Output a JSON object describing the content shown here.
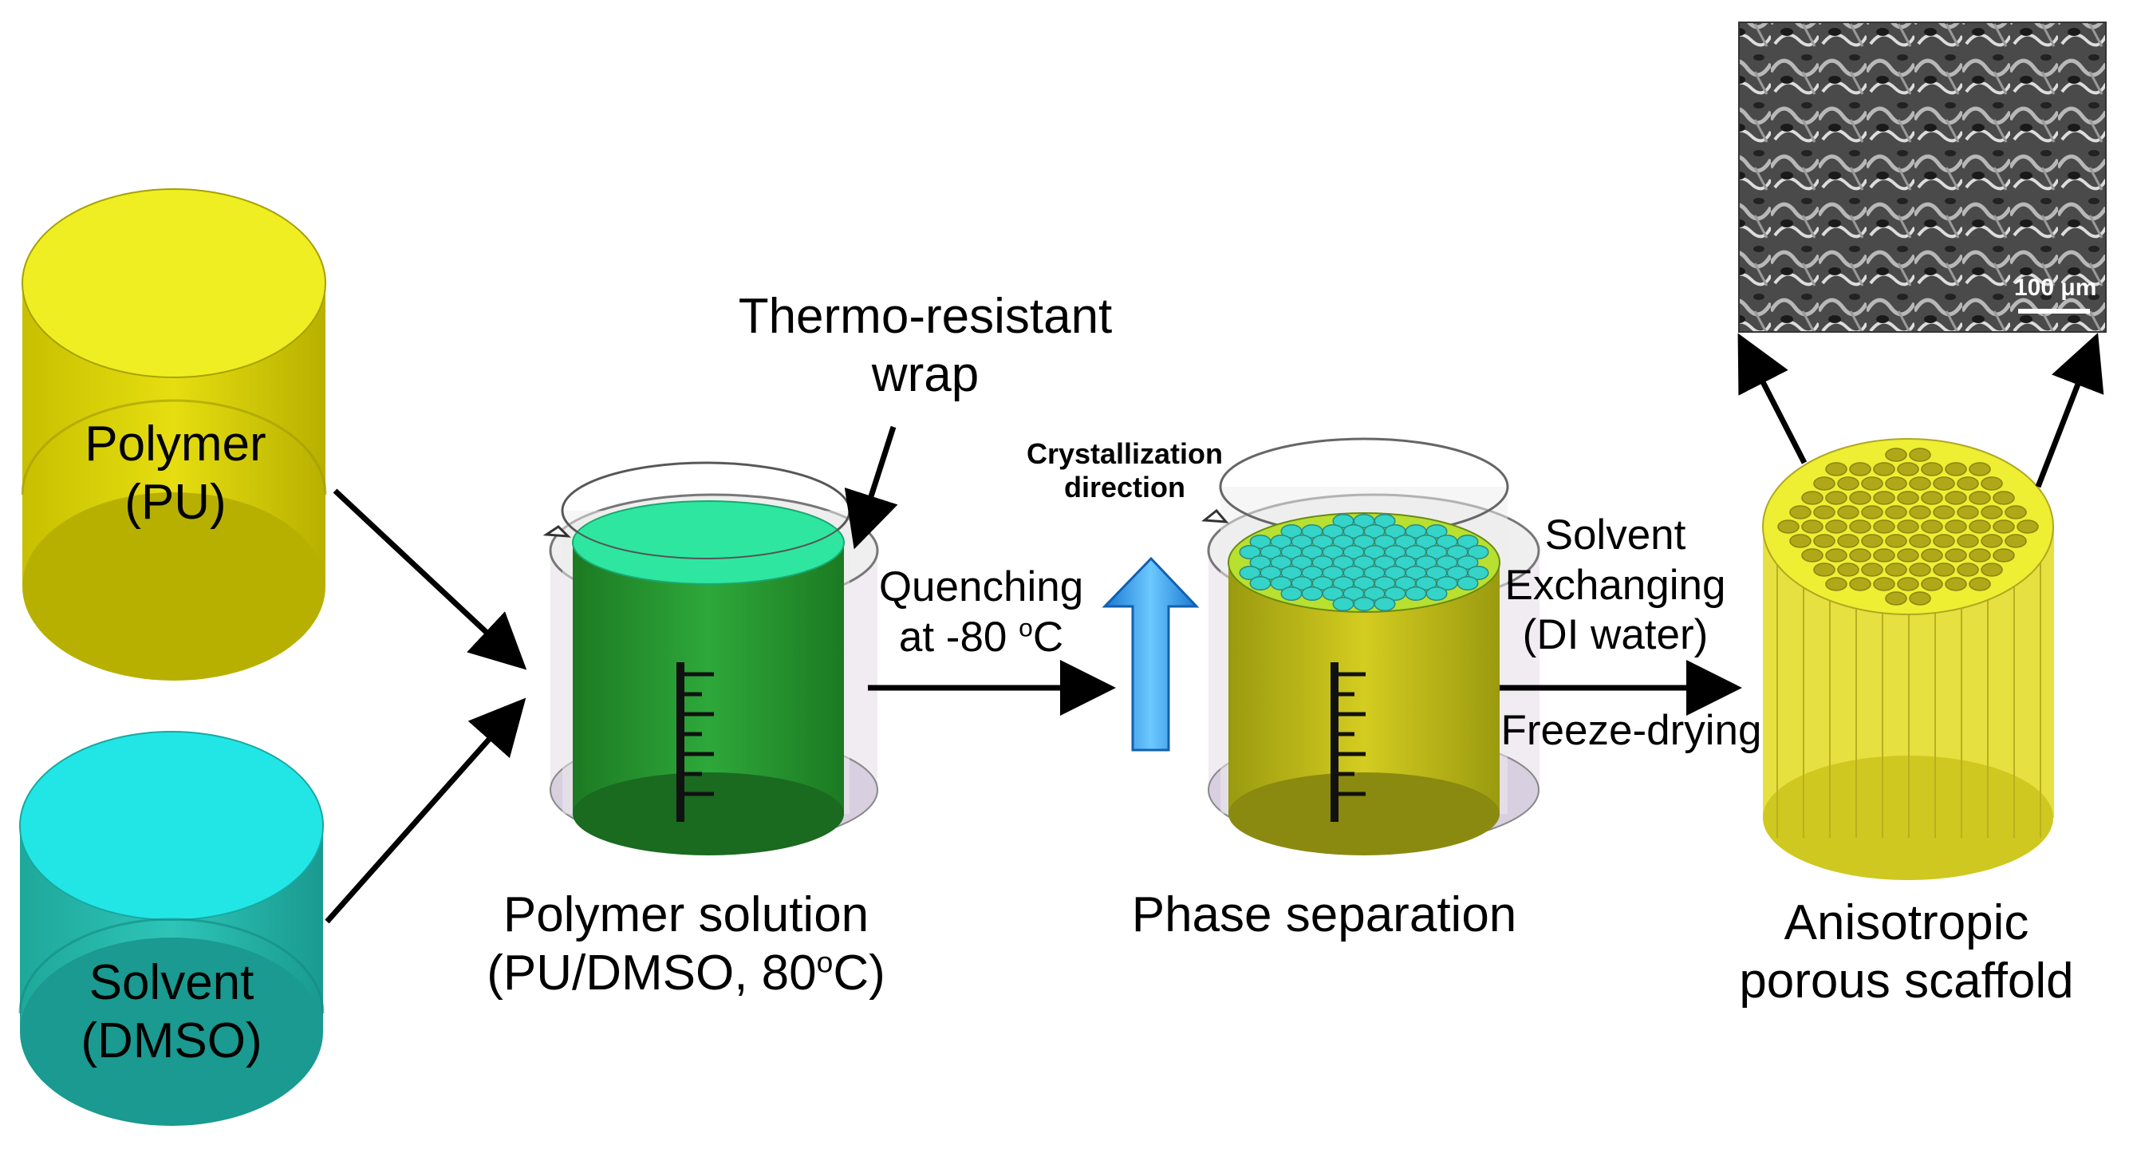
{
  "inputs": {
    "polymer": {
      "line1": "Polymer",
      "line2": "(PU)",
      "color": "#eeee22"
    },
    "solvent": {
      "line1": "Solvent",
      "line2": "(DMSO)",
      "color": "#22e6e6"
    }
  },
  "wrap_label": {
    "line1": "Thermo-resistant",
    "line2": "wrap"
  },
  "beaker1": {
    "caption_line1": "Polymer solution",
    "caption_line2_pre": "(PU/DMSO, 80",
    "caption_line2_sup": "o",
    "caption_line2_post": "C)",
    "liquid_color": "#1aa84a"
  },
  "step_quench": {
    "line1": "Quenching",
    "line2_pre": "at -80 ",
    "line2_sup": "o",
    "line2_post": "C"
  },
  "crystallization": {
    "line1": "Crystallization",
    "line2": "direction",
    "arrow_color": "#2aa0f0"
  },
  "beaker2": {
    "caption": "Phase separation",
    "crystal_color": "#35d4c8"
  },
  "step_solvent": {
    "line1": "Solvent",
    "line2": "Exchanging",
    "line3": "(DI water)",
    "line4": "Freeze-drying"
  },
  "scaffold": {
    "caption_line1": "Anisotropic",
    "caption_line2": "porous scaffold",
    "color": "#eeee33"
  },
  "sem": {
    "scale_label": "100 μm"
  }
}
